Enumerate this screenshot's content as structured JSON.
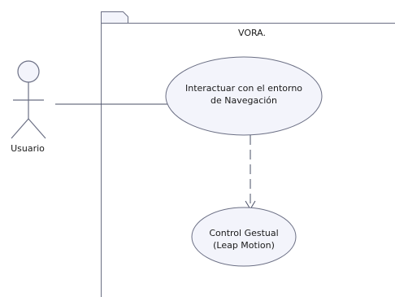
{
  "system": {
    "title": "VORA."
  },
  "actor": {
    "label": "Usuario"
  },
  "use_cases": [
    {
      "line1": "Interactuar con el entorno",
      "line2": "de Navegación"
    },
    {
      "line1": "Control Gestual",
      "line2": "(Leap Motion)"
    }
  ],
  "colors": {
    "shape_fill": "#f3f4fb",
    "stroke": "#6b6f84",
    "line": "#4a4f66"
  }
}
